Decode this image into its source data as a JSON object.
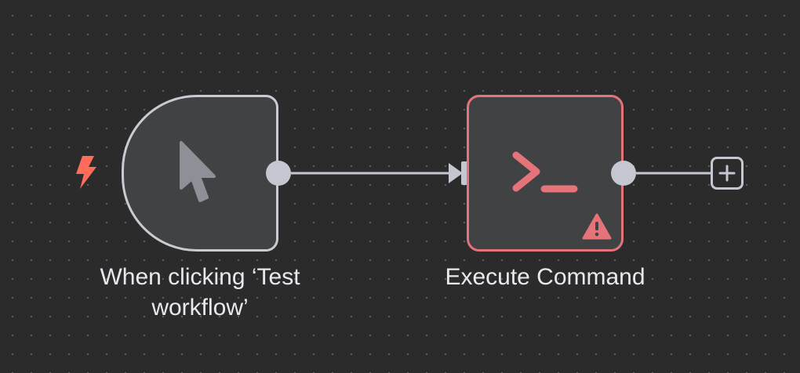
{
  "canvas": {
    "background": "#2b2b2c",
    "dot_color": "#5d5d61"
  },
  "nodes": [
    {
      "id": "trigger",
      "label": "When clicking ‘Test workflow’",
      "icon": "mouse-pointer-icon",
      "trigger_indicator": "lightning-bolt-icon",
      "border_color": "#c9cbd2"
    },
    {
      "id": "execute-command",
      "label": "Execute Command",
      "icon": "terminal-prompt-icon",
      "status_icon": "warning-triangle-icon",
      "border_color": "#e5737a"
    }
  ],
  "colors": {
    "accent_red": "#e5737a",
    "bolt_orange": "#ff6d5a",
    "edge": "#c4c7d0"
  }
}
